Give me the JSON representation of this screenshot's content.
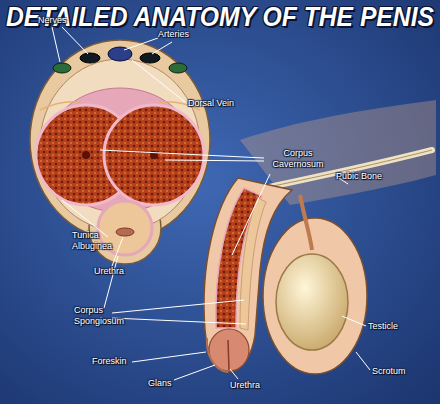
{
  "diagram": {
    "title": "DETAILED ANATOMY OF THE PENIS",
    "labels": [
      "Nerves",
      "Arteries",
      "Dorsal Vein",
      "Corpus Cavernosum",
      "Pubic Bone",
      "Tunica Albuginea",
      "Urethra",
      "Corpus Spongiosum",
      "Testicle",
      "Foreskin",
      "Scrotum",
      "Glans",
      "Urethra"
    ]
  }
}
